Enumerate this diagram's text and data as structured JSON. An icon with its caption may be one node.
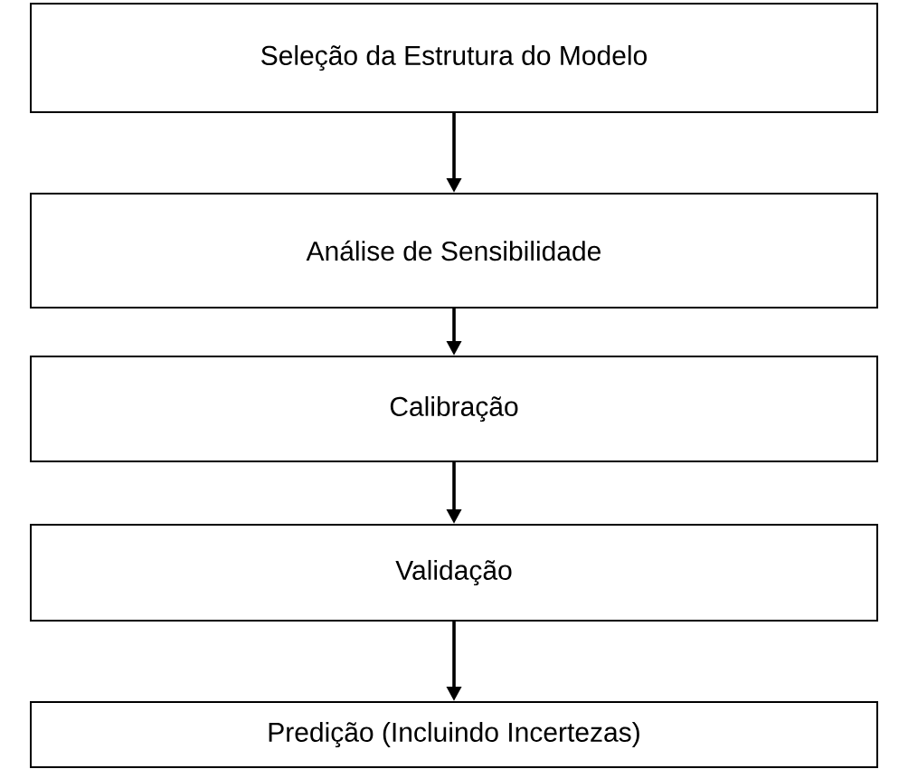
{
  "diagram": {
    "nodes": [
      {
        "text": [
          "Seleção da Estrutura do Modelo"
        ]
      },
      {
        "text": [
          "Análise de Sensibilidade"
        ]
      },
      {
        "text": [
          "Calibração"
        ]
      },
      {
        "text": [
          "Validação"
        ]
      },
      {
        "text": [
          "Predição (Incluindo Incertezas)"
        ]
      }
    ],
    "edges": [
      {
        "from": 0,
        "to": 1,
        "arrow": "to"
      },
      {
        "from": 1,
        "to": 2,
        "arrow": "to"
      },
      {
        "from": 2,
        "to": 3,
        "arrow": "to"
      },
      {
        "from": 3,
        "to": 4,
        "arrow": "to"
      }
    ]
  }
}
